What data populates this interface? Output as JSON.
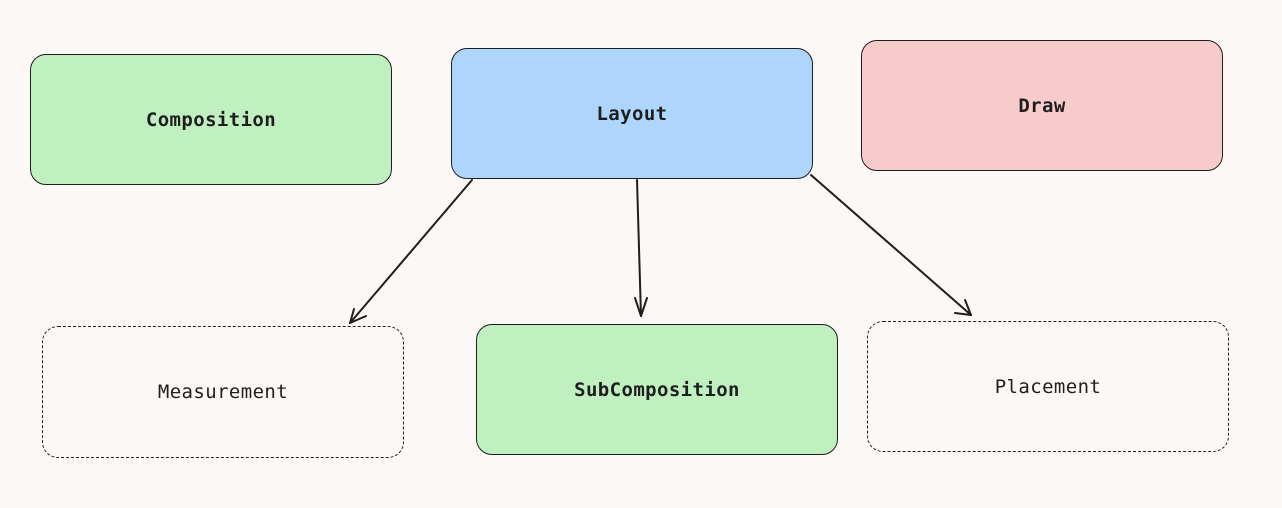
{
  "nodes": {
    "composition": {
      "label": "Composition",
      "fill": "#c0efc0"
    },
    "layout": {
      "label": "Layout",
      "fill": "#aed5fb"
    },
    "draw": {
      "label": "Draw",
      "fill": "#f8cbcb"
    },
    "measurement": {
      "label": "Measurement",
      "fill": "none"
    },
    "subcomposition": {
      "label": "SubComposition",
      "fill": "#c0efc0"
    },
    "placement": {
      "label": "Placement",
      "fill": "none"
    }
  },
  "edges": [
    {
      "from": "Layout",
      "to": "Measurement"
    },
    {
      "from": "Layout",
      "to": "SubComposition"
    },
    {
      "from": "Layout",
      "to": "Placement"
    }
  ],
  "colors": {
    "background": "#fcf8f6",
    "stroke": "#1e1e1e"
  }
}
